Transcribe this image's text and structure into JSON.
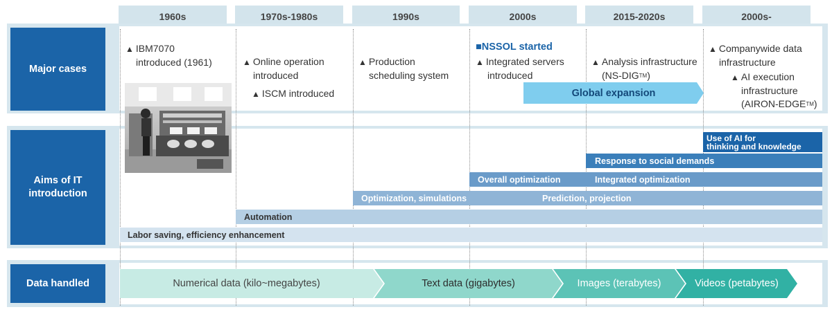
{
  "periods": [
    "1960s",
    "1970s-1980s",
    "1990s",
    "2000s",
    "2015-2020s",
    "2000s-"
  ],
  "row_labels": {
    "major_cases": "Major cases",
    "aims_line1": "Aims of IT",
    "aims_line2": "introduction",
    "data_handled": "Data handled"
  },
  "cases": {
    "ibm_line1": "IBM7070",
    "ibm_line2": "introduced (1961)",
    "online_line1": "Online operation",
    "online_line2": "introduced",
    "iscm": "ISCM introduced",
    "prod_line1": "Production",
    "prod_line2": "scheduling system",
    "nssol": "NSSOL started",
    "integrated_line1": "Integrated servers",
    "integrated_line2": "introduced",
    "analysis_line1": "Analysis infrastructure",
    "analysis_line2": "(NS-DIG",
    "analysis_tm": "TM",
    "analysis_close": ")",
    "company_line1": "Companywide data",
    "company_line2": "infrastructure",
    "ai_line1": "AI execution",
    "ai_line2": "infrastructure",
    "ai_line3": "(AIRON-EDGE",
    "ai_tm": "TM",
    "ai_close": ")",
    "global_expansion": "Global expansion",
    "triangle_marker": "▲",
    "square_marker": "■"
  },
  "aims": {
    "ai_line1": "Use of AI for",
    "ai_line2": "thinking and knowledge",
    "social": "Response to social demands",
    "overall": "Overall optimization",
    "integrated": "Integrated optimization",
    "optimization": "Optimization, simulations",
    "prediction": "Prediction, projection",
    "automation": "Automation",
    "labor": "Labor saving, efficiency enhancement"
  },
  "data_types": [
    "Numerical data (kilo~megabytes)",
    "Text data (gigabytes)",
    "Images (terabytes)",
    "Videos (petabytes)"
  ],
  "colors": {
    "label_blue": "#1b64a8",
    "header_bg": "#d3e4ec",
    "band_bg": "#d6e6ee",
    "global_arrow": "#7fcdee",
    "aim_darkest": "#1b64a8",
    "aim_dark": "#3b7fba",
    "aim_mid": "#6a9bc9",
    "aim_light": "#8fb4d6",
    "aim_lighter": "#b5cfe4",
    "aim_lightest": "#d4e3ef",
    "data_1": "#c7ebe4",
    "data_2": "#8fd7cb",
    "data_3": "#5cc3b6",
    "data_4": "#31b1a4"
  }
}
